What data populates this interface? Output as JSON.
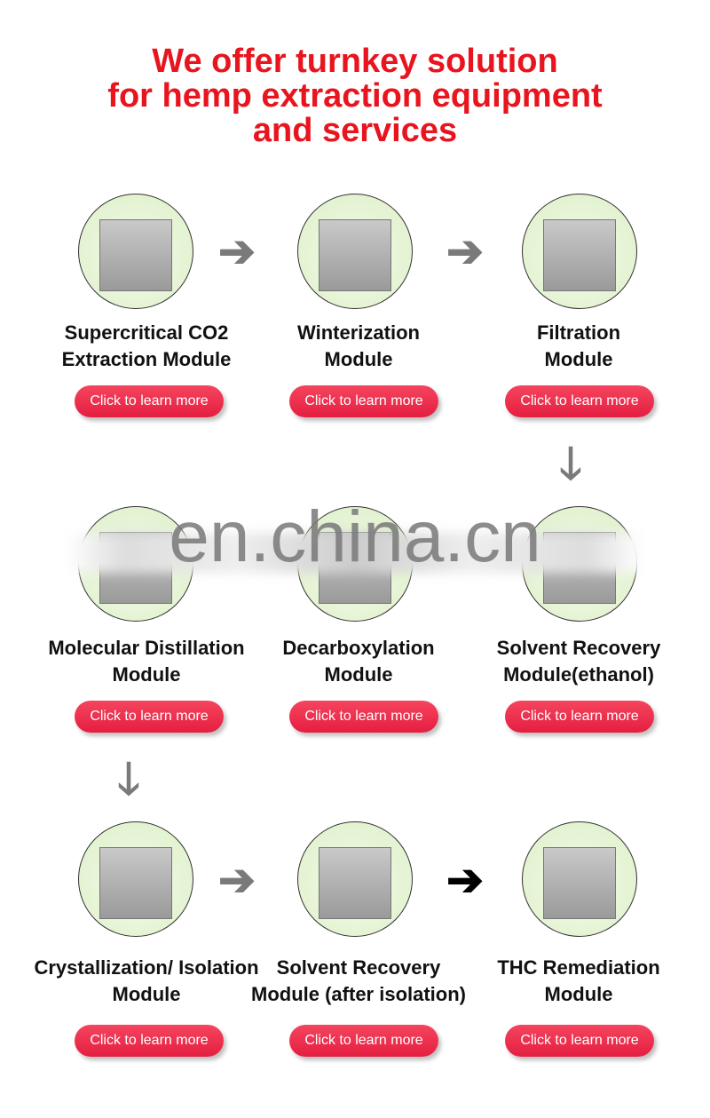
{
  "headline": [
    "We offer turnkey solution",
    "for hemp extraction equipment",
    "and services"
  ],
  "button_label": "Click to learn more",
  "watermark": "en.china.cn",
  "modules": [
    {
      "line1": "Supercritical CO2",
      "line2": "Extraction Module"
    },
    {
      "line1": "Winterization",
      "line2": "Module"
    },
    {
      "line1": "Filtration",
      "line2": "Module"
    },
    {
      "line1": "Molecular Distillation",
      "line2": "Module"
    },
    {
      "line1": "Decarboxylation",
      "line2": "Module"
    },
    {
      "line1": "Solvent Recovery",
      "line2": "Module(ethanol)"
    },
    {
      "line1": "Crystallization/ Isolation",
      "line2": "Module"
    },
    {
      "line1": "Solvent Recovery",
      "line2": "Module (after isolation)"
    },
    {
      "line1": "THC Remediation",
      "line2": "Module"
    }
  ]
}
